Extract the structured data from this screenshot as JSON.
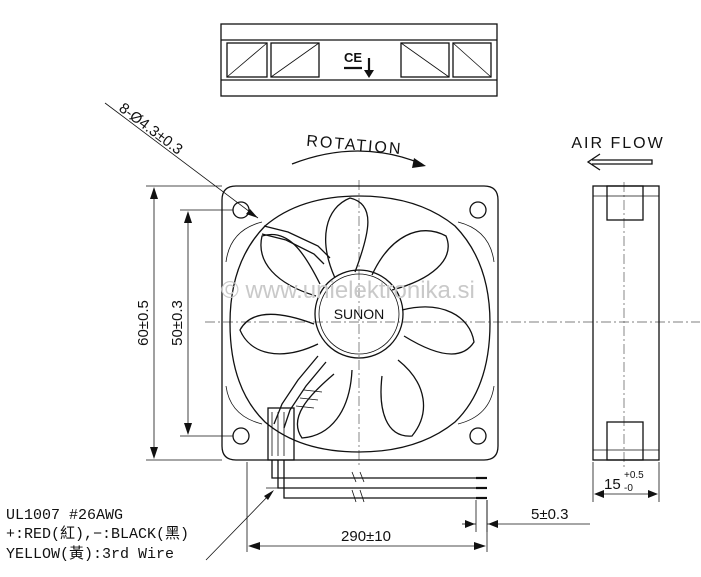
{
  "labels": {
    "hole_spec": "8-Ø4.3±0.3",
    "rotation": "ROTATION",
    "air_flow": "AIR FLOW",
    "height_outer": "60±0.5",
    "height_hole": "50±0.3",
    "brand": "SUNON",
    "depth_main": "15",
    "depth_tol_plus": "+0.5",
    "depth_tol_minus": "-0",
    "strip_length": "5±0.3",
    "lead_length": "290±10",
    "watermark": "© www.unielektronika.si"
  },
  "wire_notes": {
    "line1": "UL1007  #26AWG",
    "line2": "+:RED(紅),−:BLACK(黑)",
    "line3": "YELLOW(黃):3rd  Wire"
  }
}
